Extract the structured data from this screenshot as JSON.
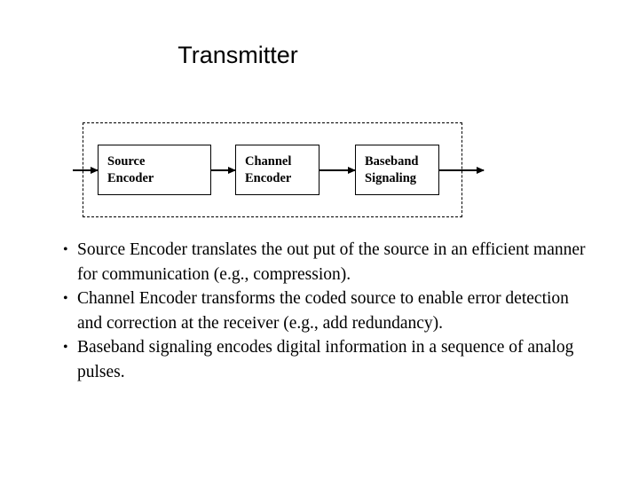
{
  "slide": {
    "title": "Transmitter",
    "background_color": "#ffffff",
    "text_color": "#000000"
  },
  "diagram": {
    "name": "transmitter-block-diagram",
    "frame_style": "dashed",
    "blocks": [
      {
        "id": "source-encoder",
        "line1": "Source",
        "line2": "Encoder"
      },
      {
        "id": "channel-encoder",
        "line1": "Channel",
        "line2": "Encoder"
      },
      {
        "id": "baseband-signaling",
        "line1": "Baseband",
        "line2": "Signaling"
      }
    ],
    "arrows": [
      {
        "id": "input-arrow",
        "from": "input",
        "to": "source-encoder"
      },
      {
        "id": "arrow-1-2",
        "from": "source-encoder",
        "to": "channel-encoder"
      },
      {
        "id": "arrow-2-3",
        "from": "channel-encoder",
        "to": "baseband-signaling"
      },
      {
        "id": "output-arrow",
        "from": "baseband-signaling",
        "to": "output"
      }
    ]
  },
  "bullets": {
    "marker": "•",
    "items": [
      {
        "id": "bullet-source-encoder",
        "text": "Source Encoder translates the out put of the source in an efficient manner for communication (e.g., compression)."
      },
      {
        "id": "bullet-channel-encoder",
        "text": "Channel Encoder transforms the coded source to enable error detection and correction at the receiver (e.g., add redundancy)."
      },
      {
        "id": "bullet-baseband",
        "text": "Baseband signaling encodes digital information in a sequence of analog pulses."
      }
    ]
  }
}
